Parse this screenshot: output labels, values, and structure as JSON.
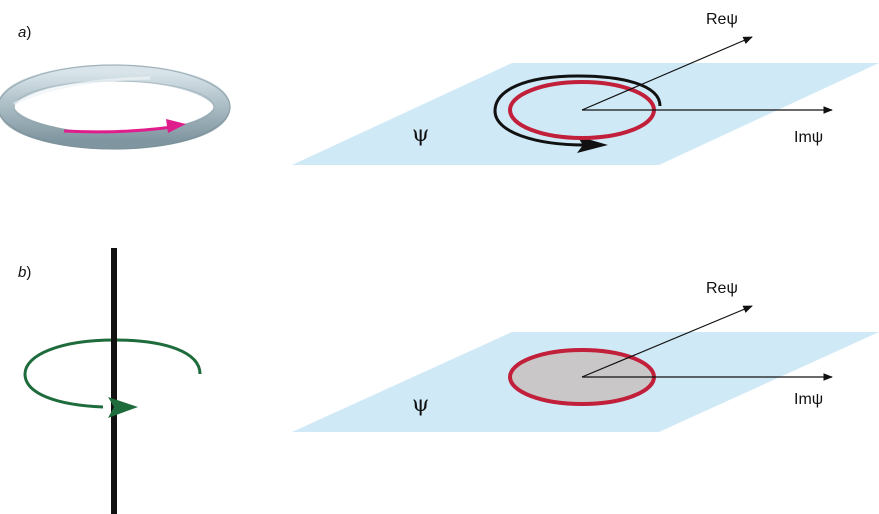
{
  "panel_a": {
    "label_letter": "a",
    "label_paren": ")",
    "plane_label": "ψ",
    "re_axis_label": "Reψ",
    "im_axis_label": "Imψ"
  },
  "panel_b": {
    "label_letter": "b",
    "label_paren": ")",
    "plane_label": "ψ",
    "re_axis_label": "Reψ",
    "im_axis_label": "Imψ"
  },
  "colors": {
    "plane": "#cfe9f7",
    "ring": "#aebfc7",
    "ring_arrow": "#e01d8c",
    "circle": "#c21f3a",
    "disk_fill": "#c9c7c8",
    "winding_arrow": "#111111",
    "vortex_circulation": "#1e6b3c",
    "vortex_line": "#111111"
  }
}
